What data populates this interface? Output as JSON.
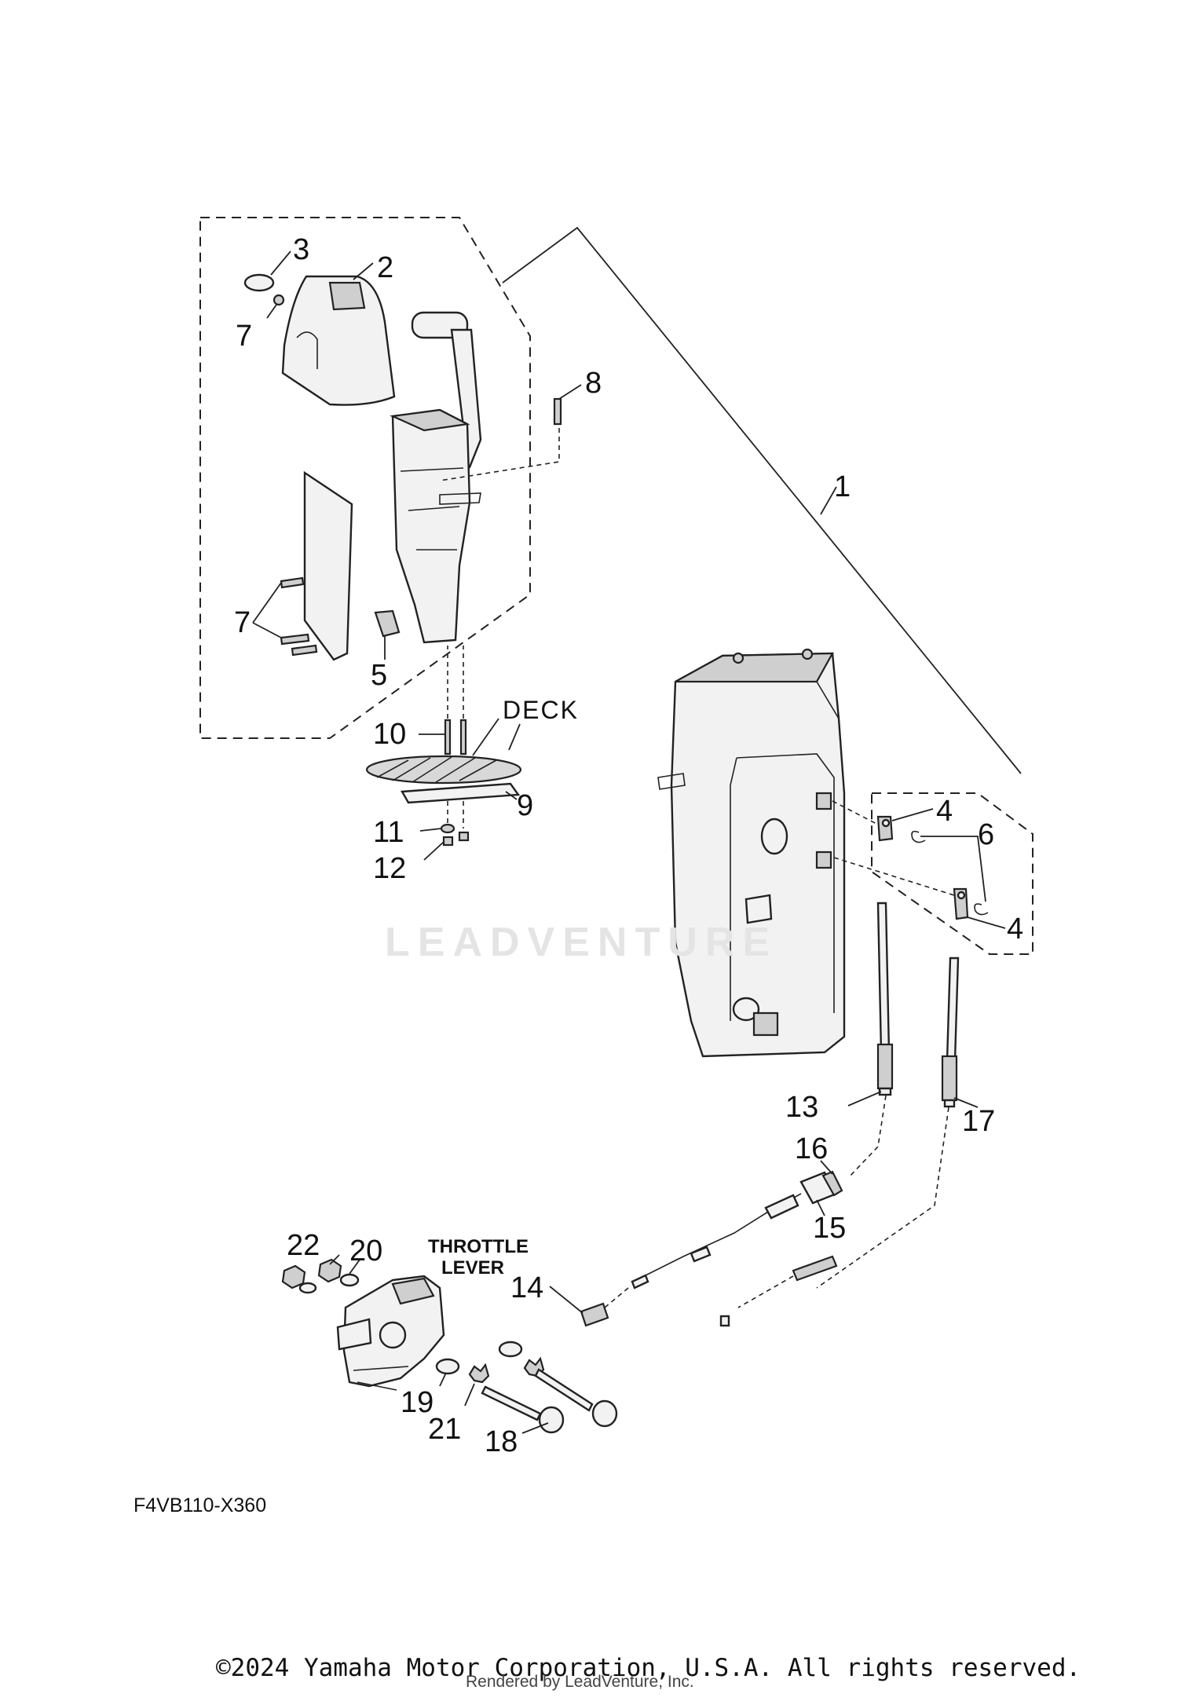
{
  "drawing_code": "F4VB110-X360",
  "copyright": "©2024 Yamaha Motor Corporation, U.S.A. All rights reserved.",
  "rendered_by": "Rendered by LeadVenture, Inc.",
  "watermark": "LEADVENTURE",
  "annotations": {
    "deck": "DECK",
    "throttle_line1": "THROTTLE",
    "throttle_line2": "LEVER"
  },
  "callouts": {
    "c1": "1",
    "c2": "2",
    "c3": "3",
    "c4a": "4",
    "c4b": "4",
    "c5": "5",
    "c6": "6",
    "c7a": "7",
    "c7b": "7",
    "c8": "8",
    "c9": "9",
    "c10": "10",
    "c11": "11",
    "c12": "12",
    "c13": "13",
    "c14": "14",
    "c15": "15",
    "c16": "16",
    "c17": "17",
    "c18": "18",
    "c19": "19",
    "c20": "20",
    "c21": "21",
    "c22": "22"
  }
}
